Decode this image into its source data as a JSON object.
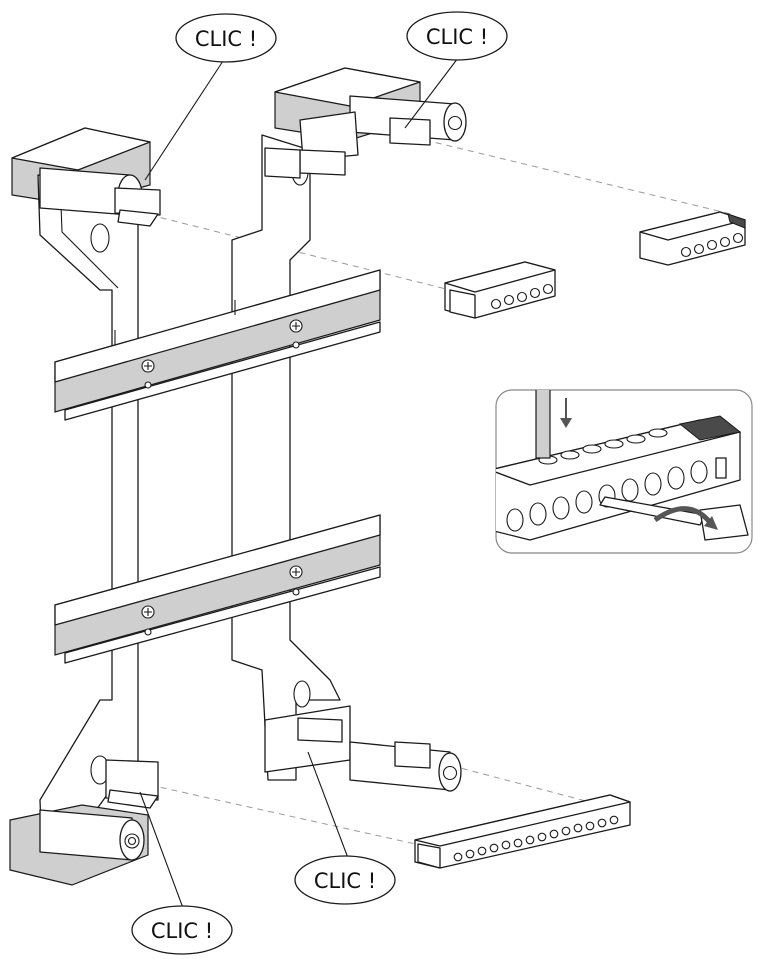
{
  "callouts": [
    {
      "id": "top-left",
      "label": "CLIC !"
    },
    {
      "id": "top-right",
      "label": "CLIC !"
    },
    {
      "id": "bottom-right",
      "label": "CLIC !"
    },
    {
      "id": "bottom-left",
      "label": "CLIC !"
    }
  ],
  "icons": {
    "inset": "screwdriver-tighten-icon",
    "rotate_arrow": "rotate-arrow-icon",
    "down_arrow": "arrow-down-icon"
  },
  "colors": {
    "line": "#1a1a1a",
    "shade": "#cfcfcf",
    "dashed_guide": "#9a9a9a"
  }
}
